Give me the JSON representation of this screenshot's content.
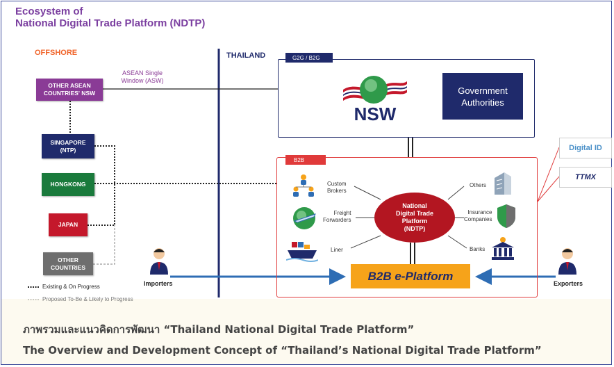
{
  "title_line1": "Ecosystem of",
  "title_line2": "National Digital Trade Platform (NDTP)",
  "offshore_label": "OFFSHORE",
  "thailand_label": "THAILAND",
  "countries": {
    "asean": [
      "OTHER ASEAN",
      "COUNTRIES' NSW"
    ],
    "singapore": [
      "SINGAPORE",
      "(NTP)"
    ],
    "hongkong": "HONGKONG",
    "japan": "JAPAN",
    "other": [
      "OTHER",
      "COUNTRIES"
    ]
  },
  "asw_label": [
    "ASEAN Single",
    "Window (ASW)"
  ],
  "g2g_tab": "G2G / B2G",
  "nsw_logo_text": "NSW",
  "gov_authorities": [
    "Government",
    "Authorities"
  ],
  "b2b_tab": "B2B",
  "ndtp": [
    "National",
    "Digital Trade",
    "Platform",
    "(NDTP)"
  ],
  "actors_left": {
    "custom_brokers": [
      "Custom",
      "Brokers"
    ],
    "freight_forwarders": [
      "Freight",
      "Forwarders"
    ],
    "liner": "Liner"
  },
  "actors_right": {
    "others": "Others",
    "insurance": [
      "Insurance",
      "Companies"
    ],
    "banks": "Banks"
  },
  "b2b_platform": "B2B e-Platform",
  "importers": "Importers",
  "exporters": "Exporters",
  "legend": {
    "solid": "Existing & On Progress",
    "dashed": "Proposed To-Be & Likely to Progress"
  },
  "partners": {
    "digital_id": "Digital ID",
    "ttmx": "TTMX"
  },
  "caption_th": "ภาพรวมและแนวคิดการพัฒนา “Thailand National Digital Trade Platform”",
  "caption_en": "The Overview and Development Concept of “Thailand’s National Digital Trade Platform”",
  "colors": {
    "navy": "#1f2a6b",
    "purple": "#8a3b96",
    "red": "#c4182b",
    "orange": "#f6a31a",
    "arrow_blue": "#2e6db4"
  }
}
